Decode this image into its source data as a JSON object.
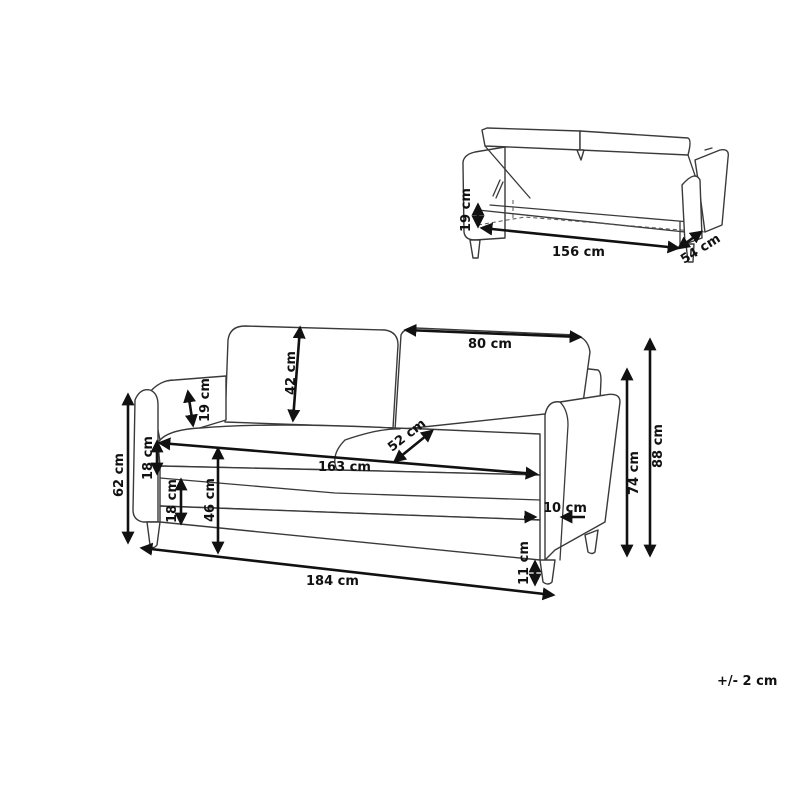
{
  "diagram": {
    "subject": "three-seat sofa with storage",
    "unit": "cm",
    "tolerance": "+/- 2 cm",
    "storage_view": {
      "storage_height": "19 cm",
      "storage_width": "156 cm",
      "storage_depth": "54 cm"
    },
    "main_view": {
      "backrest_cushion_height": "42 cm",
      "backrest_cushion_width": "80 cm",
      "armrest_height_above_seat": "19 cm",
      "seat_cushion_thickness": "18 cm",
      "seat_width": "163 cm",
      "seat_depth": "52 cm",
      "arm_height": "62 cm",
      "base_height": "18 cm",
      "seat_height": "46 cm",
      "arm_width": "10 cm",
      "leg_height": "11 cm",
      "total_width": "184 cm",
      "back_height": "74 cm",
      "total_height": "88 cm"
    }
  }
}
